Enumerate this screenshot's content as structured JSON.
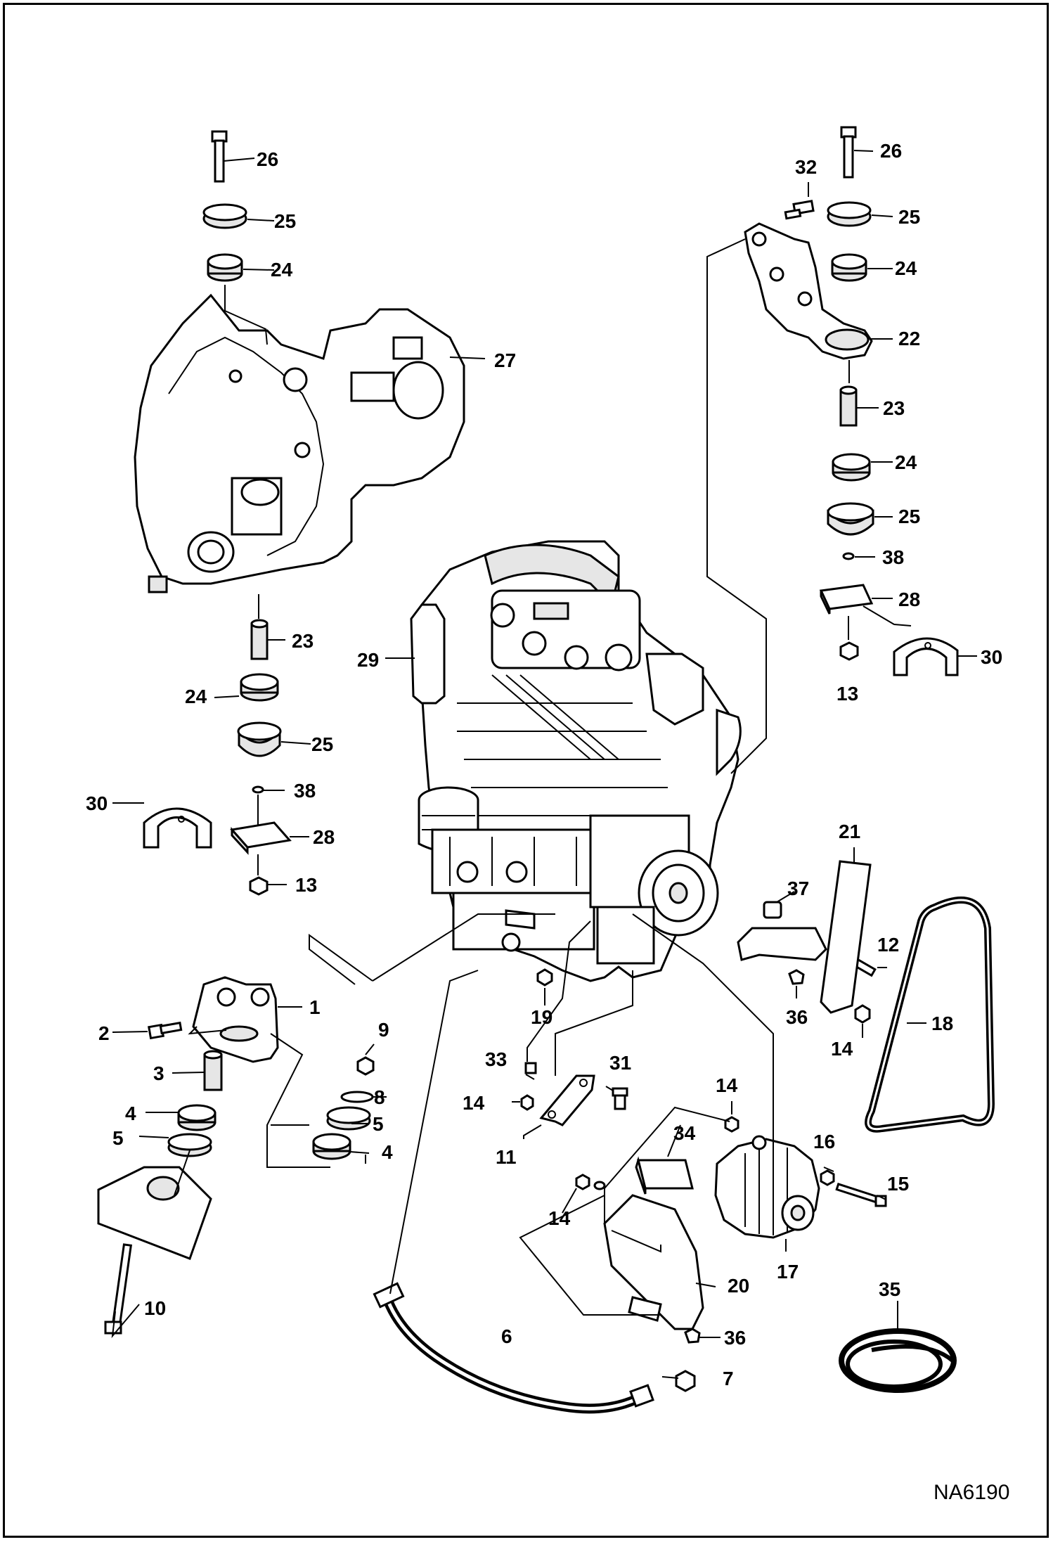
{
  "diagram": {
    "drawing_code": "NA6190",
    "callouts": [
      "1",
      "2",
      "3",
      "4",
      "4",
      "5",
      "5",
      "6",
      "7",
      "8",
      "9",
      "10",
      "11",
      "12",
      "13",
      "13",
      "14",
      "14",
      "14",
      "14",
      "15",
      "16",
      "17",
      "18",
      "19",
      "20",
      "21",
      "22",
      "23",
      "23",
      "24",
      "24",
      "24",
      "24",
      "25",
      "25",
      "25",
      "25",
      "26",
      "26",
      "27",
      "28",
      "28",
      "29",
      "30",
      "30",
      "31",
      "32",
      "33",
      "34",
      "35",
      "36",
      "36",
      "37",
      "38",
      "38"
    ]
  }
}
